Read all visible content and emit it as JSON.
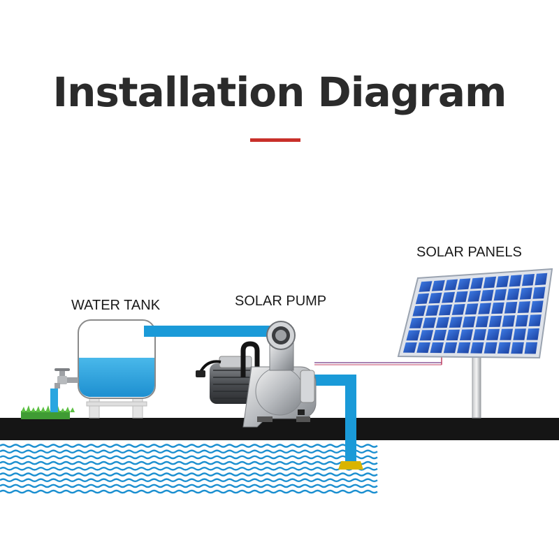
{
  "title": "Installation Diagram",
  "labels": {
    "water_tank": "WATER TANK",
    "solar_pump": "SOLAR PUMP",
    "solar_panels": "SOLAR PANELS"
  },
  "colors": {
    "title": "#2b2b2b",
    "accent": "#c8302a",
    "pipe": "#1a9ad8",
    "ground": "#151515",
    "water_waves": "#1b8fd0",
    "tank_water": "#2aa6e0",
    "panel": "#1f4fb8",
    "grass": "#4caf3c",
    "foot_valve": "#d9b400"
  }
}
